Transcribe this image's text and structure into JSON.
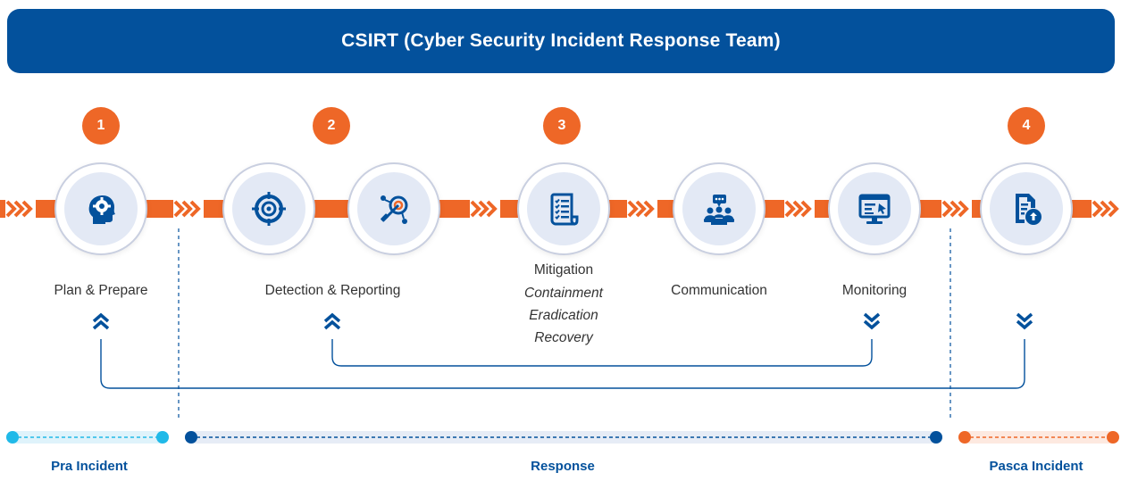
{
  "header": {
    "title": "CSIRT (Cyber Security Incident Response Team)"
  },
  "colors": {
    "primary": "#03519c",
    "accent": "#ee6727",
    "light_blue": "#20b9e8",
    "node_fill": "#e3e9f5"
  },
  "steps": [
    {
      "number": "1"
    },
    {
      "number": "2"
    },
    {
      "number": "3"
    },
    {
      "number": "4"
    }
  ],
  "nodes": [
    {
      "icon": "head-gear-icon",
      "label": "Plan & Prepare"
    },
    {
      "icon": "target-icon",
      "label": ""
    },
    {
      "icon": "network-target-icon",
      "label": ""
    },
    {
      "icon": "checklist-icon",
      "label": "Mitigation",
      "sub": [
        "Containment",
        "Eradication",
        "Recovery"
      ]
    },
    {
      "icon": "chat-meeting-icon",
      "label": "Communication"
    },
    {
      "icon": "monitor-icon",
      "label": "Monitoring"
    },
    {
      "icon": "document-upload-icon",
      "label": ""
    }
  ],
  "detection_label": "Detection & Reporting",
  "phases": [
    {
      "label": "Pra Incident"
    },
    {
      "label": "Response"
    },
    {
      "label": "Pasca Incident"
    }
  ]
}
